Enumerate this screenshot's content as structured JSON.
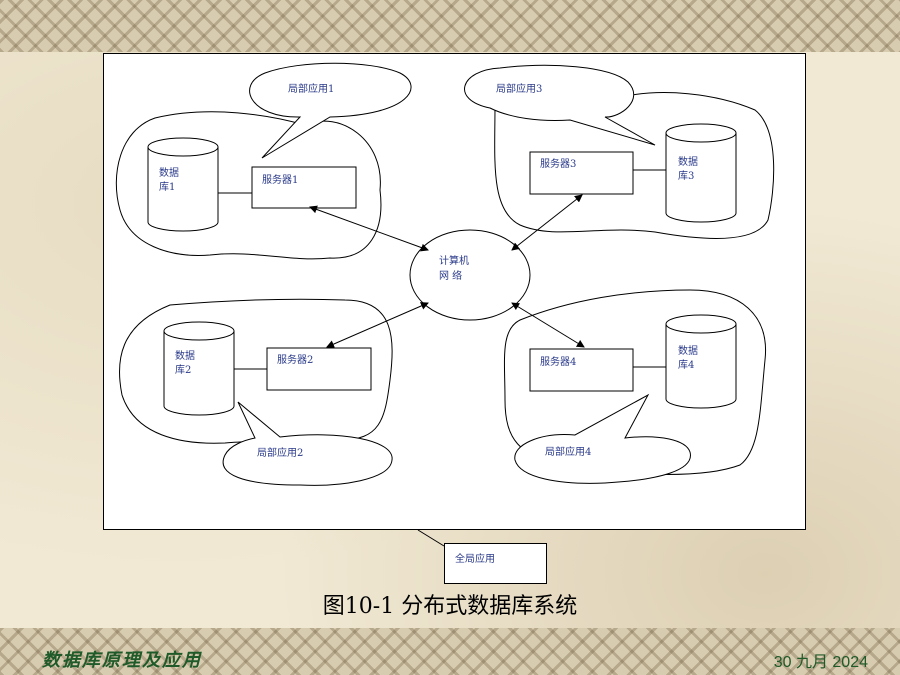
{
  "diagram": {
    "local_apps": [
      "局部应用1",
      "局部应用3",
      "局部应用2",
      "局部应用4"
    ],
    "servers": [
      "服务器1",
      "服务器3",
      "服务器2",
      "服务器4"
    ],
    "databases": {
      "db1": [
        "数据",
        "库1"
      ],
      "db3": [
        "数据",
        "库3"
      ],
      "db2": [
        "数据",
        "库2"
      ],
      "db4": [
        "数据",
        "库4"
      ]
    },
    "network": [
      "计算机",
      "网  络"
    ],
    "global_app": "全局应用"
  },
  "caption": "图10-1  分布式数据库系统",
  "footer": {
    "course_title": "数据库原理及应用",
    "date": "30 九月 2024"
  }
}
